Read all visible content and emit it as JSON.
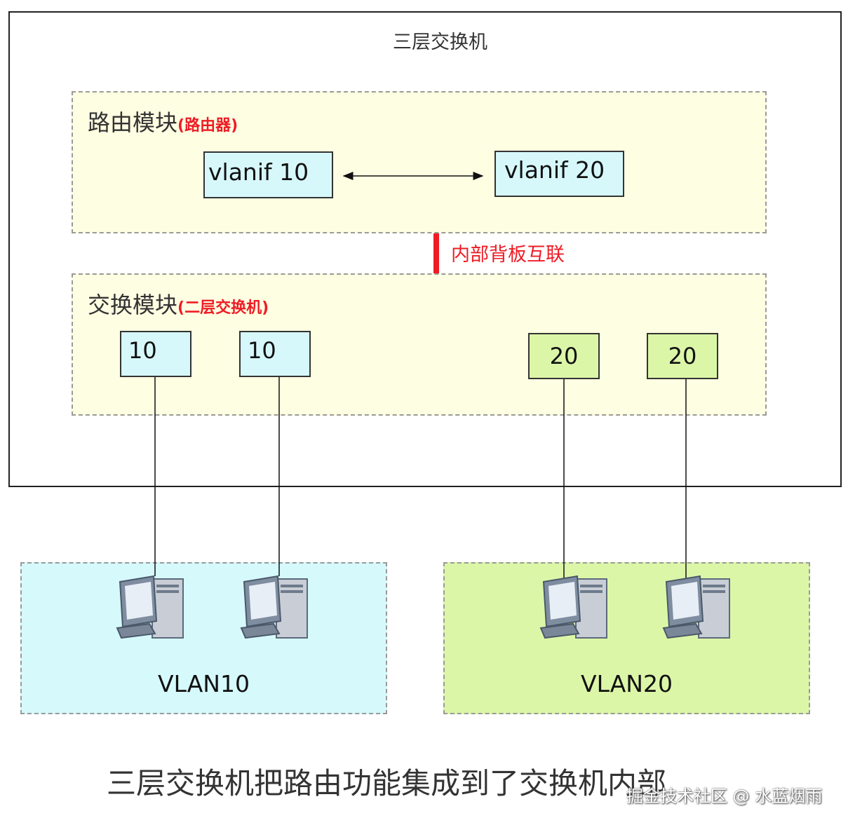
{
  "switch": {
    "title": "三层交换机"
  },
  "router_module": {
    "label": "路由模块",
    "sublabel": "(路由器)",
    "interfaces": [
      {
        "label": "vlanif 10"
      },
      {
        "label": "vlanif 20"
      }
    ]
  },
  "backplane": {
    "label": "内部背板互联",
    "color": "#ee1c25"
  },
  "switch_module": {
    "label": "交换模块",
    "sublabel": "(二层交换机)",
    "ports": [
      {
        "label": "10"
      },
      {
        "label": "10"
      },
      {
        "label": "20"
      },
      {
        "label": "20"
      }
    ]
  },
  "vlans": [
    {
      "label": "VLAN10",
      "color": "#d6f9fc",
      "hosts": [
        "computer-icon",
        "computer-icon"
      ]
    },
    {
      "label": "VLAN20",
      "color": "#dcf6a8",
      "hosts": [
        "computer-icon",
        "computer-icon"
      ]
    }
  ],
  "caption": "三层交换机把路由功能集成到了交换机内部",
  "watermark": "掘金技术社区 @ 水蓝烟雨"
}
